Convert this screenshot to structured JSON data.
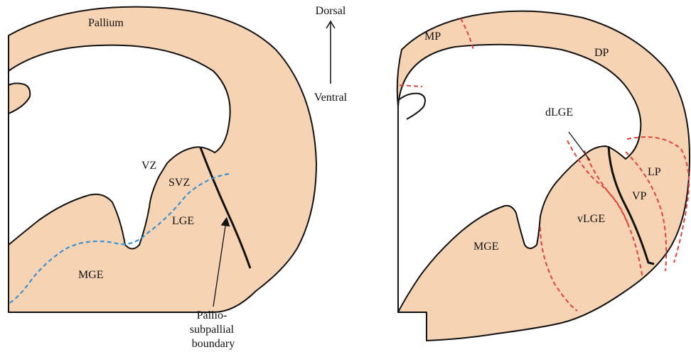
{
  "colors": {
    "tissue": "#f6d3b3",
    "outline": "#111111",
    "blue_boundary": "#3b93d6",
    "red_boundary": "#e0413c"
  },
  "orientation": {
    "top": "Dorsal",
    "bottom": "Ventral",
    "icon": "arrow-up-icon"
  },
  "left_panel": {
    "labels": {
      "pallium": "Pallium",
      "vz": "VZ",
      "svz": "SVZ",
      "lge": "LGE",
      "mge": "MGE"
    },
    "boundary_label": [
      "Pallio-",
      "subpallial",
      "boundary"
    ]
  },
  "right_panel": {
    "labels": {
      "mp": "MP",
      "dp": "DP",
      "dlge": "dLGE",
      "lp": "LP",
      "vp": "VP",
      "vlge": "vLGE",
      "mge": "MGE"
    }
  }
}
